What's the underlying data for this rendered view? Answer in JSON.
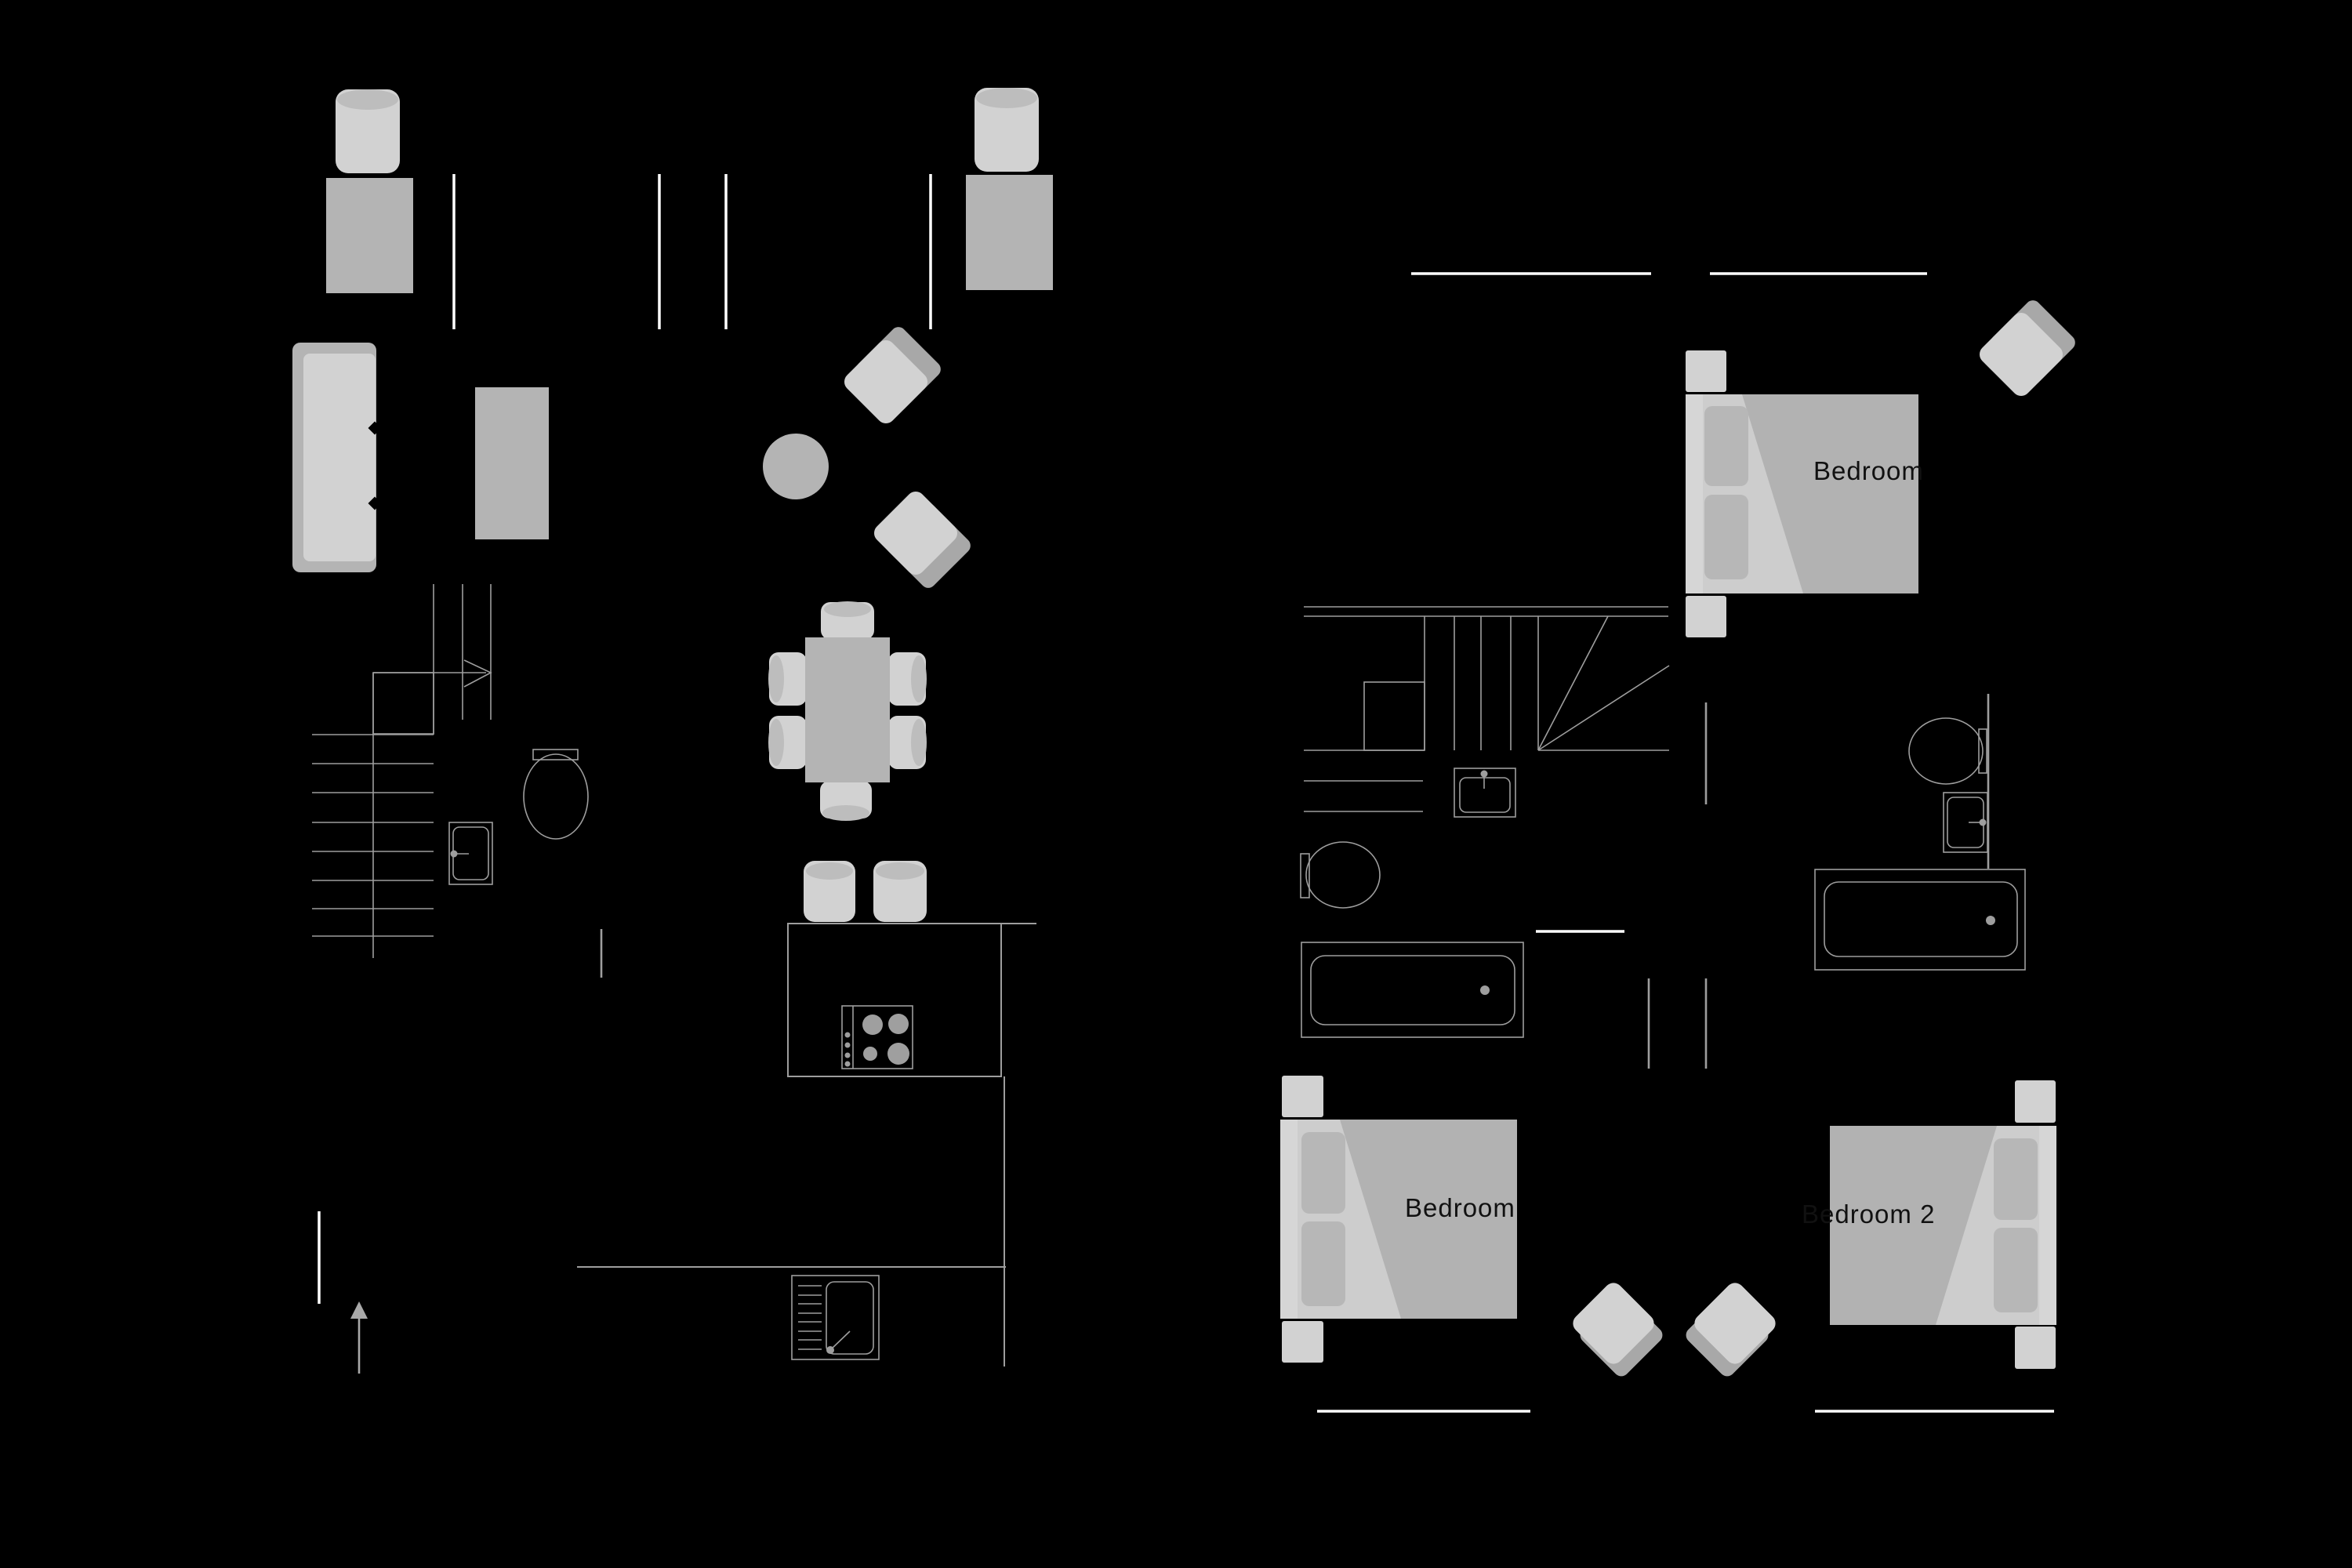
{
  "floorplan": {
    "background": "#000000",
    "colors": {
      "background": "#000000",
      "furniture_light": "#d2d2d2",
      "furniture_medium": "#b4b4b4",
      "furniture_back": "#a8a8a8",
      "cylinder_top": "#bdbdbd",
      "duvet": "#b2b2b2",
      "sheet": "#cdcdcd",
      "headboard": "#d6d6d6",
      "pillow": "#b7b7b7",
      "line": "#9e9e9e",
      "window": "#ffffff",
      "label": "#111111",
      "arrow": "#a9a9a9",
      "burner": "#9f9f9f"
    },
    "labels": {
      "bedroom_1": "Bedroom",
      "bedroom_3": "Bedroom",
      "bedroom_2": "Bedroom 2"
    }
  }
}
